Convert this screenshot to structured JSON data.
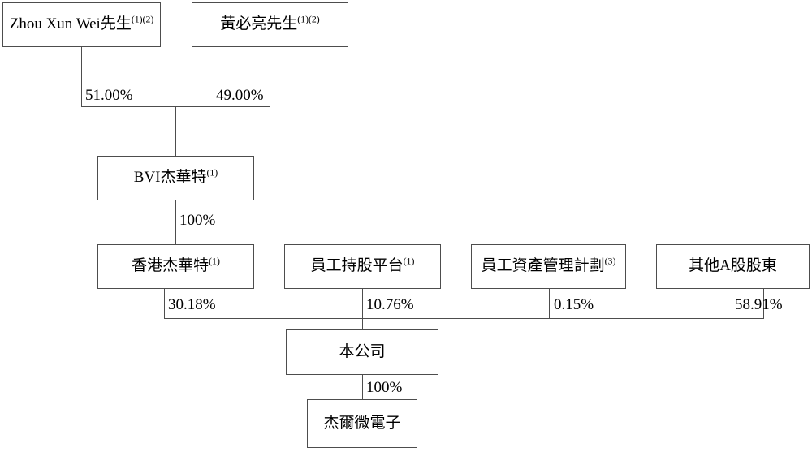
{
  "diagram": {
    "type": "org-shareholding-structure",
    "nodes": [
      {
        "id": "zhou",
        "label": "Zhou Xun Wei先生",
        "sup": "(1)(2)"
      },
      {
        "id": "huang",
        "label": "黃必亮先生",
        "sup": "(1)(2)"
      },
      {
        "id": "bvi",
        "label": "BVI杰華特",
        "sup": "(1)"
      },
      {
        "id": "hk",
        "label": "香港杰華特",
        "sup": "(1)"
      },
      {
        "id": "esop",
        "label": "員工持股平台",
        "sup": "(1)"
      },
      {
        "id": "amplan",
        "label": "員工資產管理計劃",
        "sup": "(3)"
      },
      {
        "id": "othera",
        "label": "其他A股股東",
        "sup": ""
      },
      {
        "id": "company",
        "label": "本公司",
        "sup": ""
      },
      {
        "id": "jer",
        "label": "杰爾微電子",
        "sup": ""
      }
    ],
    "edges": [
      {
        "id": "zhou-bvi",
        "from": "zhou",
        "to": "bvi",
        "label": "51.00%"
      },
      {
        "id": "huang-bvi",
        "from": "huang",
        "to": "bvi",
        "label": "49.00%"
      },
      {
        "id": "bvi-hk",
        "from": "bvi",
        "to": "hk",
        "label": "100%"
      },
      {
        "id": "hk-company",
        "from": "hk",
        "to": "company",
        "label": "30.18%"
      },
      {
        "id": "esop-company",
        "from": "esop",
        "to": "company",
        "label": "10.76%"
      },
      {
        "id": "amplan-company",
        "from": "amplan",
        "to": "company",
        "label": "0.15%"
      },
      {
        "id": "othera-company",
        "from": "othera",
        "to": "company",
        "label": "58.91%"
      },
      {
        "id": "company-jer",
        "from": "company",
        "to": "jer",
        "label": "100%"
      }
    ],
    "colors": {
      "line": "#4d4d4d",
      "box_fill": "#ffffff",
      "text": "#000000",
      "background": "#ffffff"
    }
  }
}
